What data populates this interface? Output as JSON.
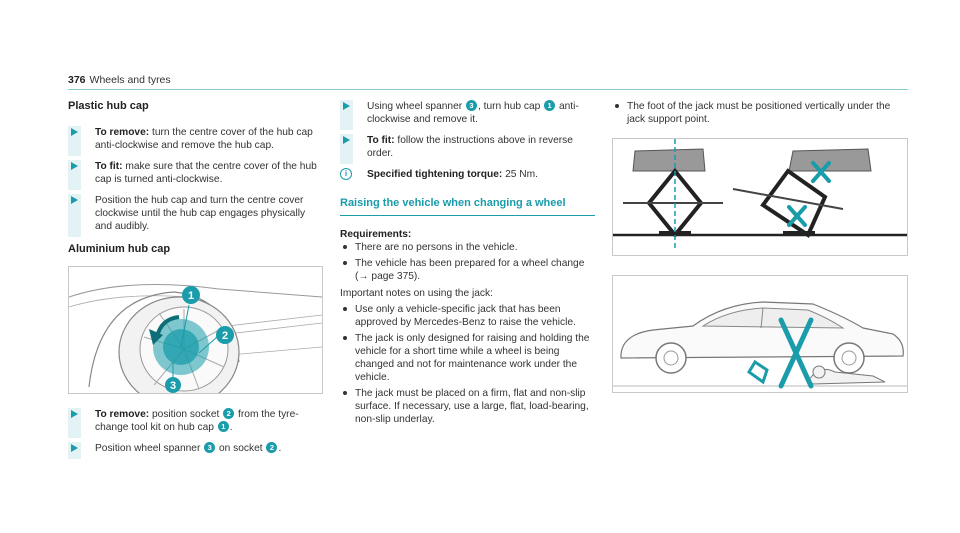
{
  "header": {
    "page_number": "376",
    "title": "Wheels and tyres"
  },
  "col1": {
    "heading_plastic": "Plastic hub cap",
    "steps_plastic": [
      {
        "label": "To remove:",
        "text": " turn the centre cover of the hub cap anti-clockwise and remove the hub cap."
      },
      {
        "label": "To fit:",
        "text": " make sure that the centre cover of the hub cap is turned anti-clockwise."
      },
      {
        "label": "",
        "text": "Position the hub cap and turn the centre cover clockwise until the hub cap engages physically and audibly."
      }
    ],
    "heading_aluminium": "Aluminium hub cap",
    "figure_badges": [
      "1",
      "2",
      "3"
    ],
    "step_remove_label": "To remove:",
    "step_remove_a": " position socket ",
    "step_remove_b": " from the tyre-change tool kit on hub cap ",
    "step_remove_c": ".",
    "step_position_a": "Position wheel spanner ",
    "step_position_b": " on socket ",
    "step_position_c": ".",
    "b1": "1",
    "b2": "2",
    "b3": "3"
  },
  "col2": {
    "step_using_a": "Using wheel spanner ",
    "step_using_b": ", turn hub cap ",
    "step_using_c": " anti-clockwise and remove it.",
    "fit_label": "To fit:",
    "fit_text": " follow the instructions above in reverse order.",
    "torque_label": "Specified tightening torque:",
    "torque_value": " 25 Nm.",
    "section_heading": "Raising the vehicle when changing a wheel",
    "requirements_label": "Requirements:",
    "requirements": [
      "There are no persons in the vehicle.",
      "The vehicle has been prepared for a wheel change (→ page 375)."
    ],
    "notes_intro": "Important notes on using the jack:",
    "notes": [
      "Use only a vehicle-specific jack that has been approved by Mercedes-Benz to raise the vehicle.",
      "The jack is only designed for raising and holding the vehicle for a short time while a wheel is being changed and not for maintenance work under the vehicle.",
      "The jack must be placed on a firm, flat and non-slip surface. If necessary, use a large, flat, load-bearing, non-slip underlay."
    ],
    "b1": "1",
    "b3": "3"
  },
  "col3": {
    "bullets": [
      "The foot of the jack must be positioned vertically under the jack support point."
    ]
  },
  "colors": {
    "accent": "#1a9cab",
    "accent_light": "#e3f3f5",
    "rule": "#8dc9cf"
  }
}
